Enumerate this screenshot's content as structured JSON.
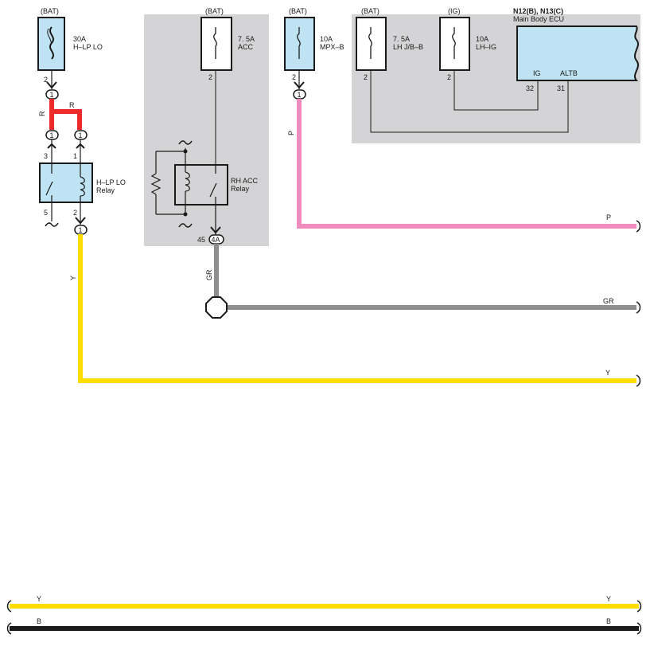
{
  "colors": {
    "shade": "#d4d4d6",
    "fuse_box": "#bfe3f2",
    "wire_red": "#ee2b2b",
    "wire_pink": "#f08cbd",
    "wire_gray": "#8e8e90",
    "wire_yellow": "#ffdd00",
    "wire_black": "#1a1a1a"
  },
  "fuses": {
    "hlp": {
      "source": "(BAT)",
      "rating": "30A",
      "name": "H–LP LO",
      "pin": "2"
    },
    "acc": {
      "source": "(BAT)",
      "rating": "7. 5A",
      "name": "ACC",
      "pin": "2"
    },
    "mpx": {
      "source": "(BAT)",
      "rating": "10A",
      "name": "MPX–B",
      "pin": "2"
    },
    "lhjb": {
      "source": "(BAT)",
      "rating": "7. 5A",
      "name": "LH J/B–B",
      "pin": "2"
    },
    "lhig": {
      "source": "(IG)",
      "rating": "10A",
      "name": "LH–IG",
      "pin": "2"
    }
  },
  "ecu": {
    "title": "N12(B), N13(C)",
    "name": "Main Body ECU",
    "pin_ig_label": "IG",
    "pin_altb_label": "ALTB",
    "pin_ig_num": "32",
    "pin_altb_num": "31"
  },
  "relays": {
    "hlp": {
      "line1": "H–LP LO",
      "line2": "Relay",
      "pin3": "3",
      "pin1": "1",
      "pin5": "5",
      "pin2": "2"
    },
    "rhacc": {
      "line1": "RH ACC",
      "line2": "Relay"
    }
  },
  "connectors": {
    "c1": "1",
    "c4a": "4A",
    "c4a_pin": "45"
  },
  "wires": {
    "red_left": "R",
    "red_top": "R",
    "pink_vertical": "P",
    "pink_end": "P",
    "gray_vertical": "GR",
    "gray_end": "GR",
    "yellow_vertical": "Y",
    "yellow_end": "Y",
    "bottom_y_left": "Y",
    "bottom_y_right": "Y",
    "bottom_b_left": "B",
    "bottom_b_right": "B"
  }
}
